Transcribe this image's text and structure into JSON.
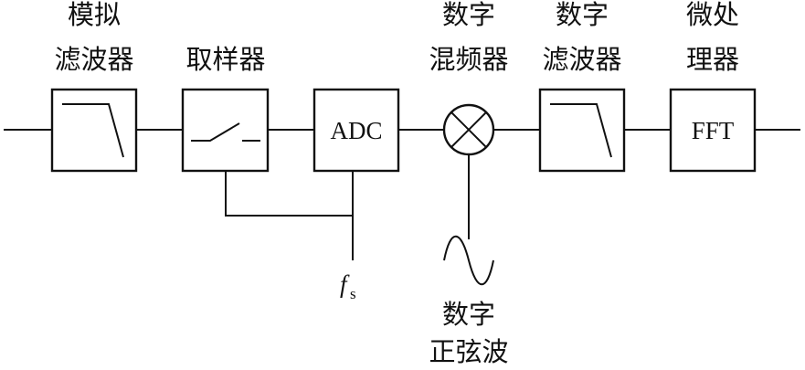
{
  "blocks": {
    "analog_filter": {
      "caption_line1": "模拟",
      "caption_line2": "滤波器"
    },
    "sampler": {
      "caption": "取样器"
    },
    "adc": {
      "label": "ADC"
    },
    "digital_mixer": {
      "caption_line1": "数字",
      "caption_line2": "混频器"
    },
    "digital_filter": {
      "caption_line1": "数字",
      "caption_line2": "滤波器"
    },
    "microprocessor": {
      "caption_line1": "微处",
      "caption_line2": "理器",
      "label": "FFT"
    }
  },
  "sample_clock": {
    "symbol": "f",
    "subscript": "s"
  },
  "digital_sine": {
    "caption_line1": "数字",
    "caption_line2": "正弦波"
  }
}
